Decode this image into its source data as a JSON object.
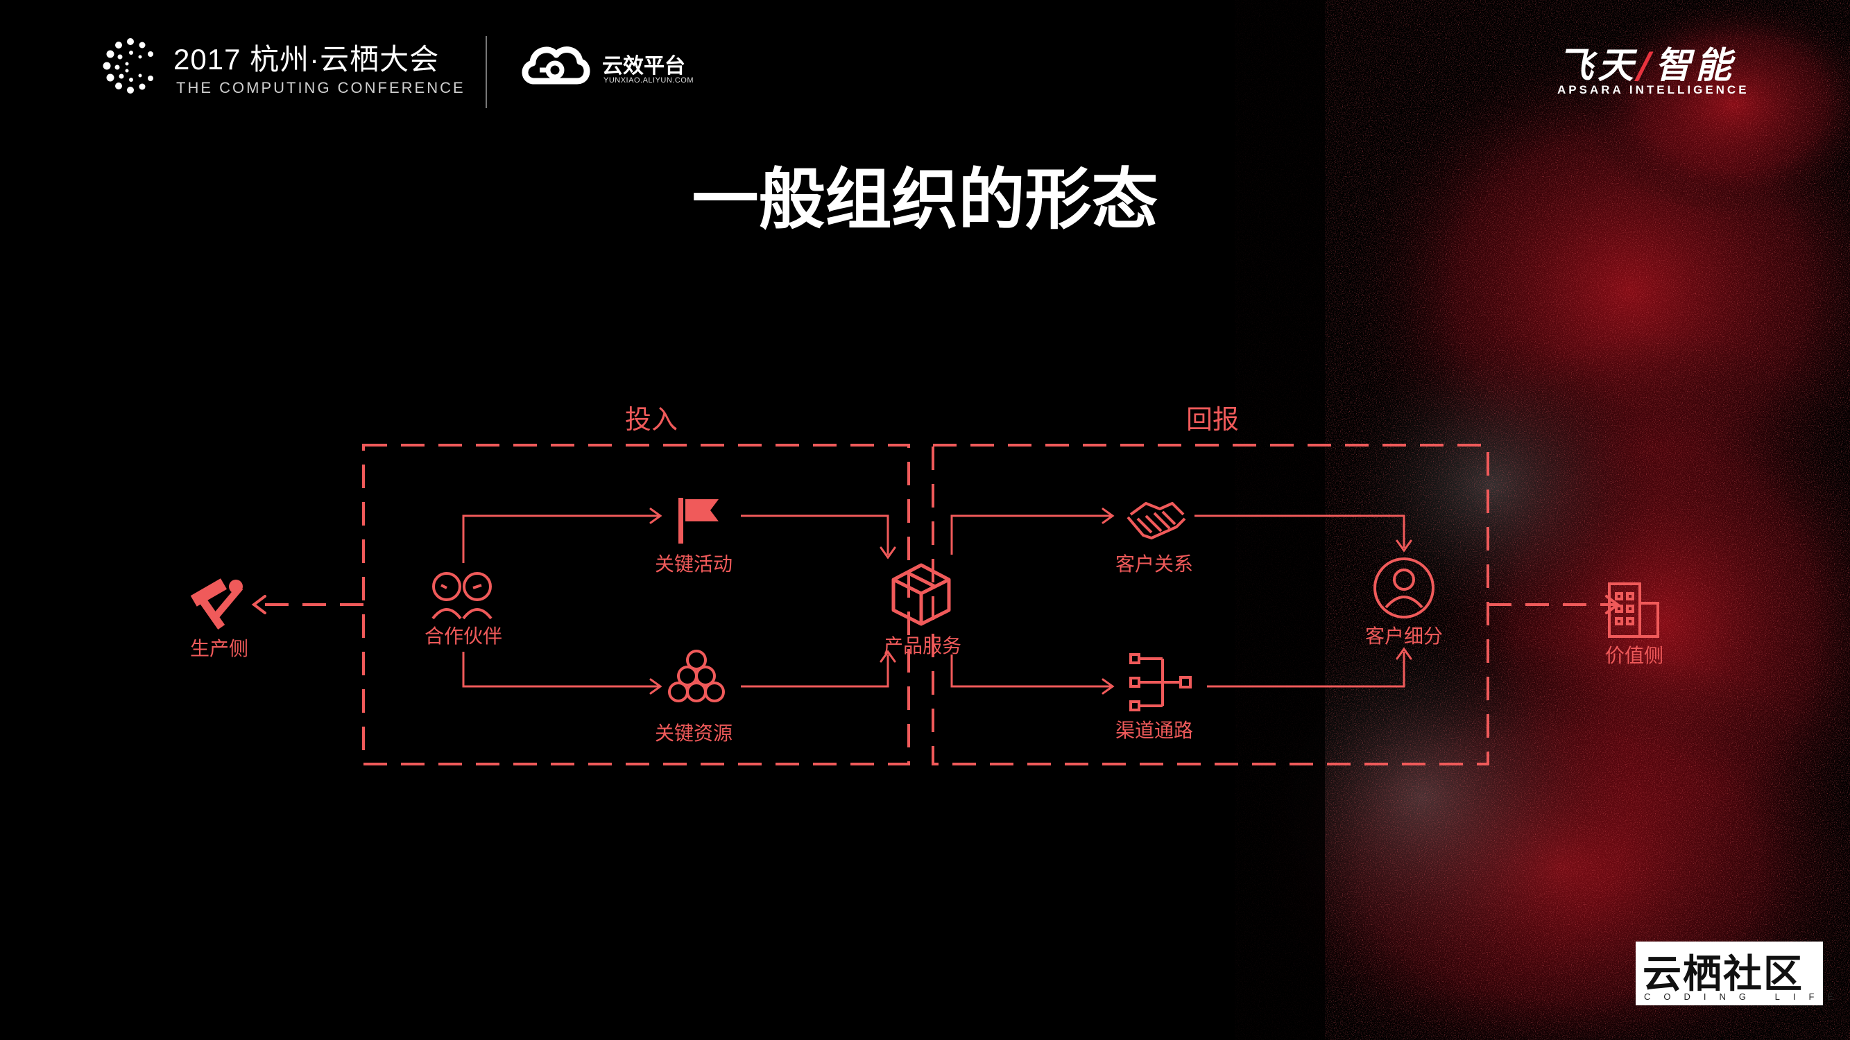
{
  "header": {
    "conference_title": "2017 杭州·云栖大会",
    "conference_subtitle": "THE COMPUTING CONFERENCE",
    "yunxiao_name": "云效平台",
    "yunxiao_url": "YUNXIAO.ALIYUN.COM",
    "feitian_left": "飞天",
    "feitian_right": "智能",
    "apsara": "APSARA INTELLIGENCE"
  },
  "title": "一般组织的形态",
  "diagram": {
    "section_input": "投入",
    "section_return": "回报",
    "nodes": {
      "producer": "生产侧",
      "partners": "合作伙伴",
      "key_activities": "关键活动",
      "key_resources": "关键资源",
      "products": "产品服务",
      "customer_relations": "客户关系",
      "channels": "渠道通路",
      "customer_segments": "客户细分",
      "value": "价值侧"
    }
  },
  "footer": {
    "community_name": "云栖社区",
    "community_tagline": "CODING LIFE"
  },
  "colors": {
    "accent": "#f05a5a",
    "background": "#000000",
    "particles": "#c0121f"
  }
}
